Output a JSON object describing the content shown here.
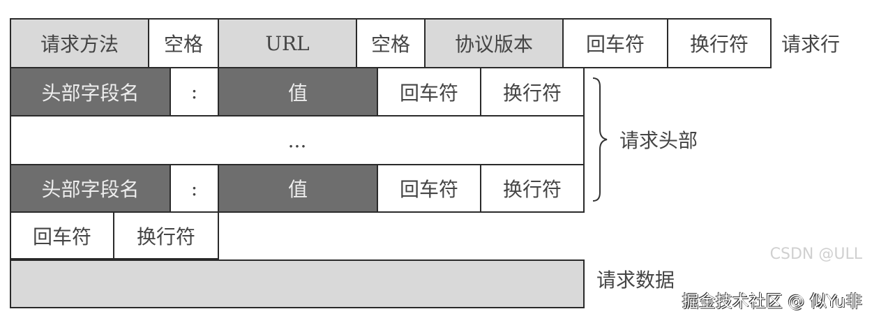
{
  "request_line": {
    "cells": [
      "请求方法",
      "空格",
      "URL",
      "空格",
      "协议版本",
      "回车符",
      "换行符"
    ],
    "label": "请求行"
  },
  "header_line": {
    "cells": [
      "头部字段名",
      ":",
      "值",
      "回车符",
      "换行符"
    ]
  },
  "ellipsis": "...",
  "header_label": "请求头部",
  "blank_line": {
    "cells": [
      "回车符",
      "换行符"
    ]
  },
  "body_label": "请求数据",
  "watermark": "掘金技术社区 @ 似Yu非",
  "watermark_faint": "CSDN @ULL",
  "colors": {
    "light_fill": "#d9d9d9",
    "dark_fill": "#6e6e6e",
    "border": "#2a2a2a"
  }
}
